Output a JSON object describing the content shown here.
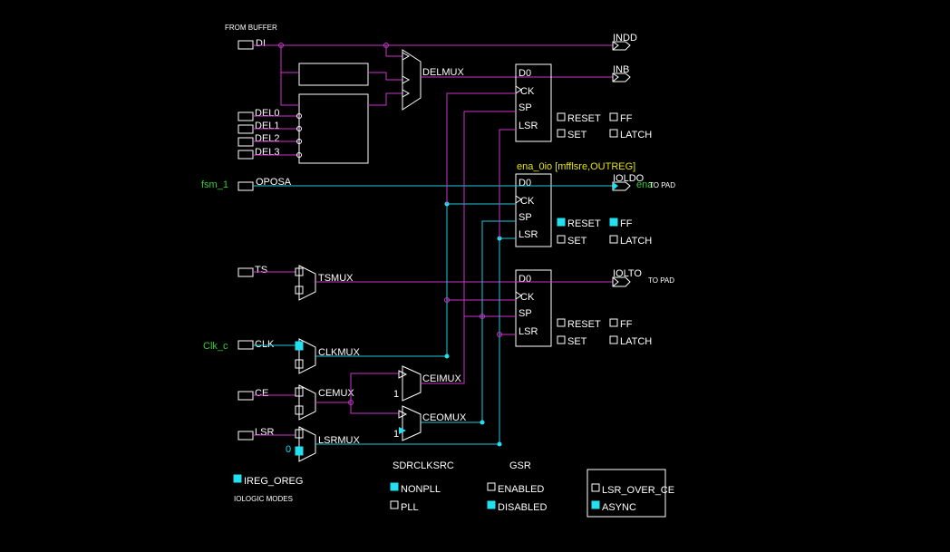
{
  "header": {
    "from_buffer": "FROM BUFFER"
  },
  "ports": {
    "di": "DI",
    "del0": "DEL0",
    "del1": "DEL1",
    "del2": "DEL2",
    "del3": "DEL3",
    "oposa": "OPOSA",
    "ts": "TS",
    "clk": "CLK",
    "ce": "CE",
    "lsr": "LSR"
  },
  "nets": {
    "fsm": "fsm_1",
    "clk": "Clk_c",
    "ena_short": "ena",
    "ena_cell": "ena_0io [mfflsre,OUTREG]"
  },
  "muxes": {
    "delmux": "DELMUX",
    "tsmux": "TSMUX",
    "clkmux": "CLKMUX",
    "cemux": "CEMUX",
    "ceimux": "CEIMUX",
    "ceomux": "CEOMUX",
    "lsrmux": "LSRMUX"
  },
  "mux_inputs": {
    "ceimux_one": "1",
    "ceomux_one": "1",
    "lsrmux_zero": "0"
  },
  "outputs": {
    "indd": "INDD",
    "inb": "INB",
    "iolto": "IOLDO",
    "iolto2": "IOLTO",
    "to_pad1": "TO PAD",
    "to_pad2": "TO PAD"
  },
  "ff_pins": {
    "d0": "D0",
    "ck": "CK",
    "sp": "SP",
    "lsr": "LSR"
  },
  "ff_options": {
    "reset": "RESET",
    "set": "SET",
    "ff": "FF",
    "latch": "LATCH"
  },
  "registers": [
    {
      "reset": false,
      "set": false,
      "ff": false,
      "latch": false
    },
    {
      "reset": true,
      "set": false,
      "ff": true,
      "latch": false
    },
    {
      "reset": false,
      "set": false,
      "ff": false,
      "latch": false
    }
  ],
  "modes": {
    "ireg_oreg": {
      "label": "IREG_OREG",
      "checked": true
    },
    "iologic_modes": "IOLOGIC MODES",
    "sdrclksrc": {
      "title": "SDRCLKSRC",
      "nonpll": "NONPLL",
      "nonpll_checked": true,
      "pll": "PLL",
      "pll_checked": false
    },
    "gsr": {
      "title": "GSR",
      "enabled": "ENABLED",
      "enabled_checked": false,
      "disabled": "DISABLED",
      "disabled_checked": true
    },
    "lsr": {
      "over_ce": "LSR_OVER_CE",
      "over_ce_checked": false,
      "async": "ASYNC",
      "async_checked": true
    }
  },
  "colors": {
    "background": "#000000",
    "magenta_wire": "#cc33cc",
    "cyan_wire": "#22c8d8",
    "net_label": "#33cc33",
    "cell_label": "#e6e600"
  }
}
